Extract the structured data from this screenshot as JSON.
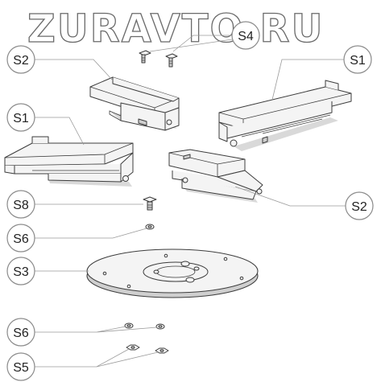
{
  "watermark": "ZURAVTO.RU",
  "colors": {
    "line": "#3c3c3c",
    "label_ring": "#8a8a8a",
    "leader": "#9a9a9a",
    "watermark": "#6a6a6a"
  },
  "labels": {
    "s4": "S4",
    "s2_top": "S2",
    "s1_top": "S1",
    "s1_left": "S1",
    "s2_right": "S2",
    "s8": "S8",
    "s6_mid": "S6",
    "s3": "S3",
    "s6_bottom": "S6",
    "s5": "S5"
  }
}
